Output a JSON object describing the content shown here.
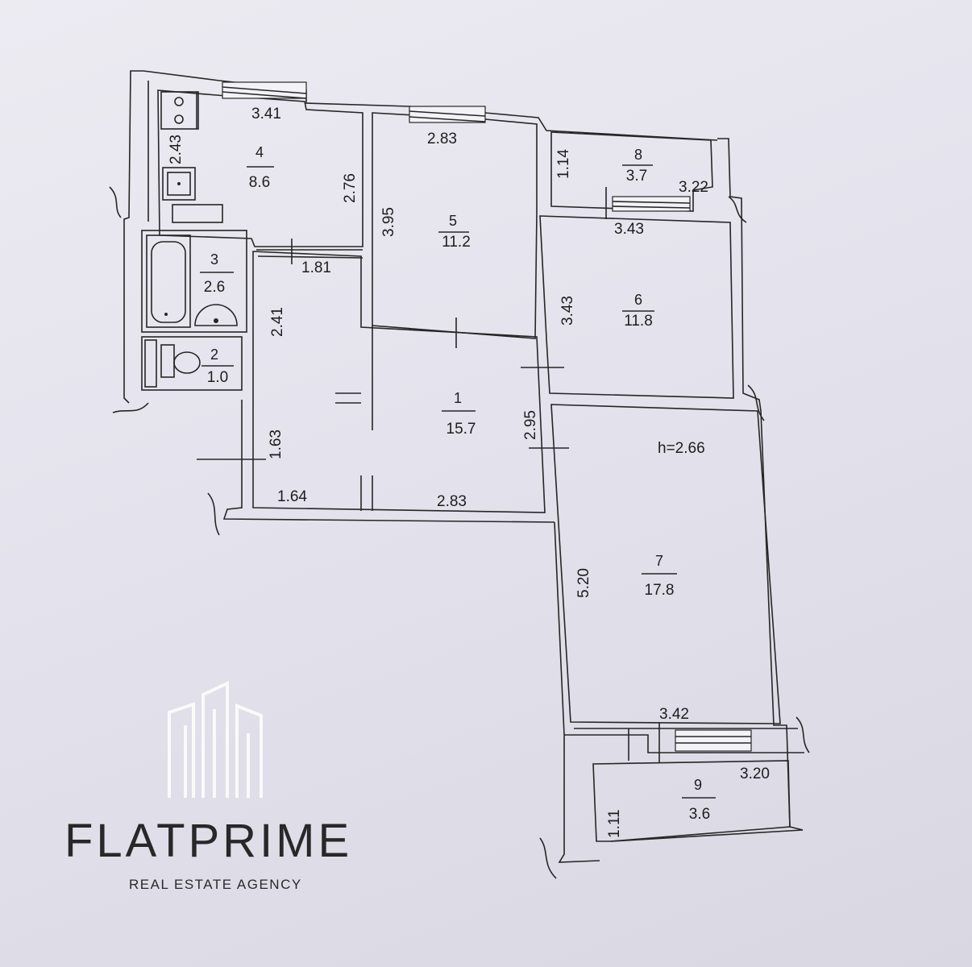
{
  "rooms": [
    {
      "id": "1",
      "num": "1",
      "area": "15.7"
    },
    {
      "id": "2",
      "num": "2",
      "area": "1.0"
    },
    {
      "id": "3",
      "num": "3",
      "area": "2.6"
    },
    {
      "id": "4",
      "num": "4",
      "area": "8.6"
    },
    {
      "id": "5",
      "num": "5",
      "area": "11.2"
    },
    {
      "id": "6",
      "num": "6",
      "area": "11.8"
    },
    {
      "id": "7",
      "num": "7",
      "area": "17.8"
    },
    {
      "id": "8",
      "num": "8",
      "area": "3.7"
    },
    {
      "id": "9",
      "num": "9",
      "area": "3.6"
    }
  ],
  "dimensions": {
    "r4_top": "3.41",
    "r4_left": "2.43",
    "r4_right": "2.76",
    "r5_top": "2.83",
    "r5_left": "3.95",
    "r8_left": "1.14",
    "r8_right": "3.22",
    "r6_top": "3.43",
    "r6_left": "3.43",
    "r3_top": "1.81",
    "r3_right": "2.41",
    "hall_left": "1.63",
    "hall_bottom": "1.64",
    "r1_right": "2.95",
    "r1_bottom": "2.83",
    "r7_left": "5.20",
    "r7_bottom": "3.42",
    "r9_left": "1.11",
    "r9_right": "3.20"
  },
  "ceiling_height": "h=2.66",
  "watermark": {
    "brand": "FLATPRIME",
    "tagline": "REAL ESTATE AGENCY"
  }
}
